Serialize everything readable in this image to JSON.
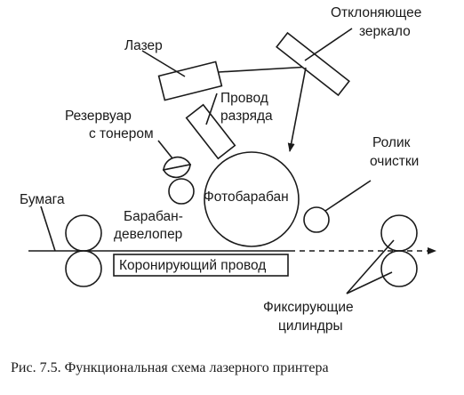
{
  "labels": {
    "mirror_line1": "Отклоняющее",
    "mirror_line2": "зеркало",
    "laser": "Лазер",
    "wire_line1": "Провод",
    "wire_line2": "разряда",
    "toner_line1": "Резервуар",
    "toner_line2": "с тонером",
    "roller_line1": "Ролик",
    "roller_line2": "очистки",
    "paper": "Бумага",
    "drum": "Фотобарабан",
    "developer_line1": "Барабан-",
    "developer_line2": "девелопер",
    "corona": "Коронирующий провод",
    "fuser_line1": "Фиксирующие",
    "fuser_line2": "цилиндры"
  },
  "caption": "Рис. 7.5. Функциональная схема лазерного принтера"
}
